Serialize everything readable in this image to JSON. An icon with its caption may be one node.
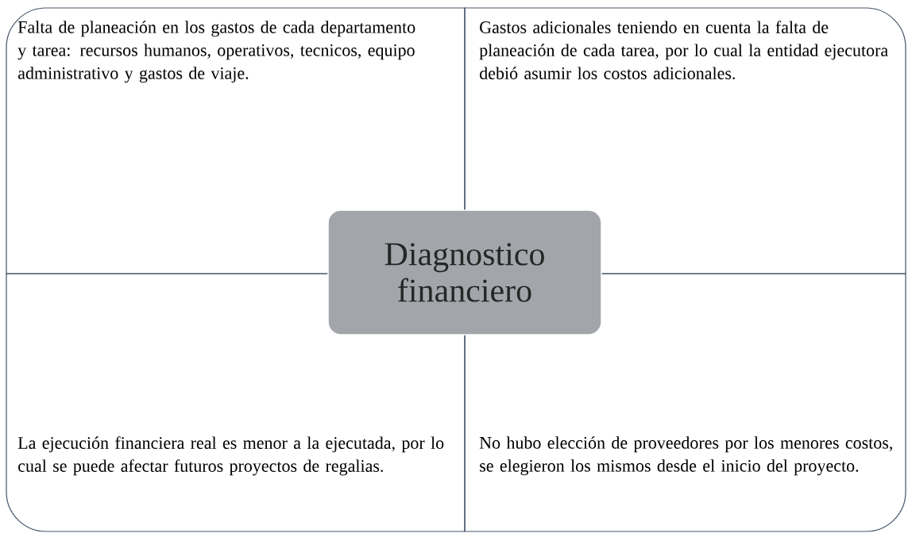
{
  "diagram": {
    "nodes": [
      {
        "text": [
          "Falta de planeación en los gastos de cada departamento y tarea: recursos humanos, operativos, tecnicos, equipo administrativo y gastos de viaje."
        ]
      },
      {
        "text": [
          "Gastos adicionales teniendo en cuenta la falta de planeación de cada tarea, por lo cual la entidad ejecutora debió asumir los costos adicionales."
        ]
      },
      {
        "text": [
          "Diagnostico financiero"
        ]
      },
      {
        "text": [
          "La ejecución financiera real es menor a la ejecutada, por lo cual se puede afectar futuros proyectos de regalias."
        ]
      },
      {
        "text": [
          "No hubo elección de proveedores por los menores costos, se elegieron los mismos desde el inicio del proyecto."
        ]
      }
    ]
  }
}
